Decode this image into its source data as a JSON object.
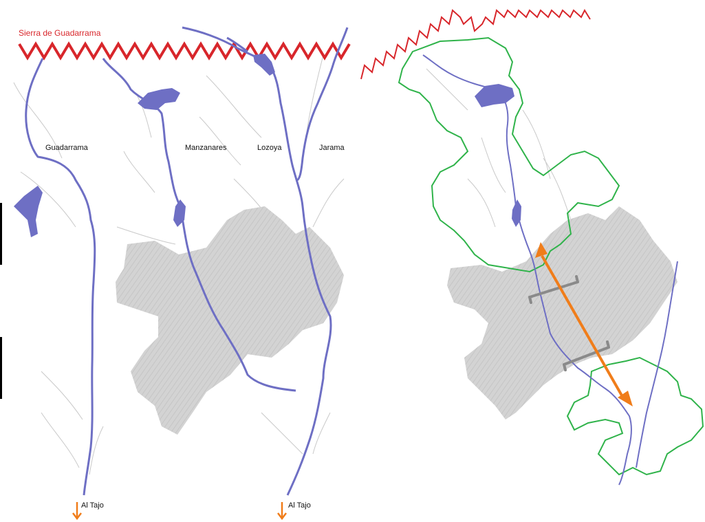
{
  "left_map": {
    "mountain_label": "Sierra de Guadarrama",
    "rivers": {
      "guadarrama": "Guadarrama",
      "manzanares": "Manzanares",
      "lozoya": "Lozoya",
      "jarama": "Jarama"
    },
    "outlet_left": "Al Tajo",
    "outlet_right": "Al Tajo"
  },
  "colors": {
    "mountain": "#d8262b",
    "river": "#6e6fc4",
    "urban": "#d0d0d0",
    "park_boundary": "#2fb34a",
    "arrow": "#f07d1a",
    "bracket": "#8a8a8a",
    "streams": "#c9c9c9"
  }
}
